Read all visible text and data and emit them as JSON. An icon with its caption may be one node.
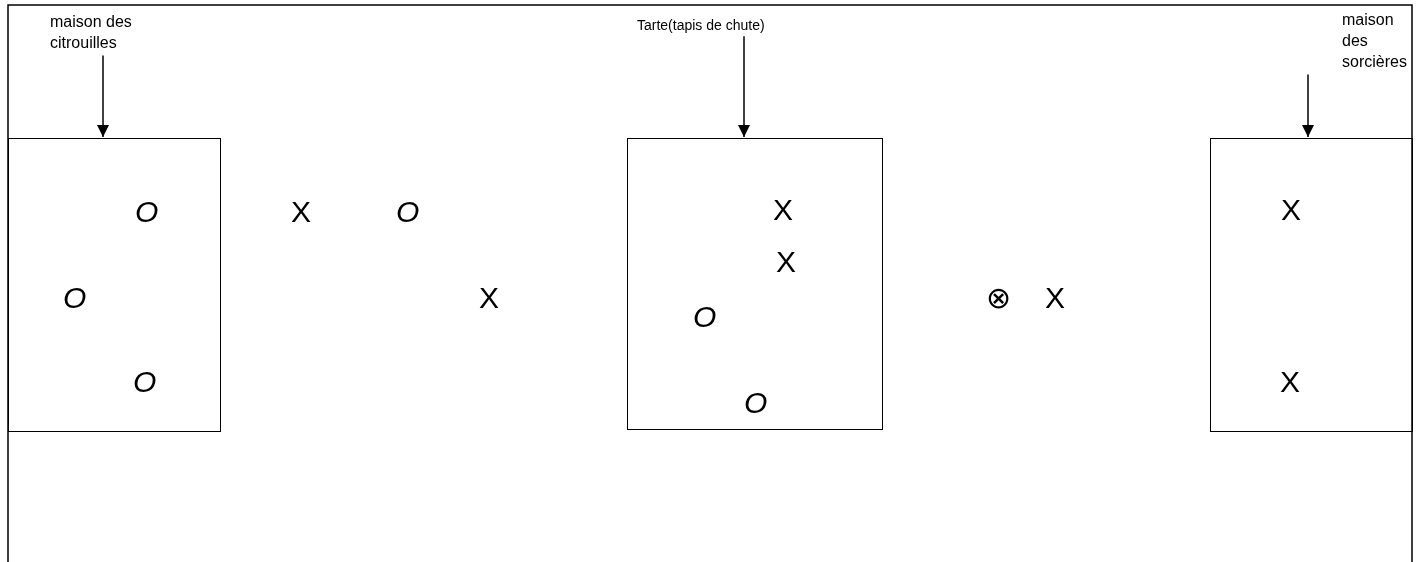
{
  "diagram": {
    "nodes": [
      {
        "text": [
          "maison des citrouilles"
        ]
      },
      {
        "text": [],
        "shape": "box"
      },
      {
        "text": [
          "Tarte(tapis de chute)"
        ]
      },
      {
        "text": [],
        "shape": "box"
      },
      {
        "text": [
          "maison des sorcières"
        ]
      },
      {
        "text": [],
        "shape": "box"
      }
    ],
    "edges": [
      {
        "from": 0,
        "to": 1,
        "arrow": "to"
      },
      {
        "from": 2,
        "to": 3,
        "arrow": "to"
      },
      {
        "from": 4,
        "to": 5,
        "arrow": "to"
      }
    ],
    "labels": [
      "O",
      "X",
      "O",
      "X",
      "X",
      "X",
      "O",
      "X",
      "⊗",
      "X",
      "O",
      "O",
      "X",
      "O"
    ]
  }
}
